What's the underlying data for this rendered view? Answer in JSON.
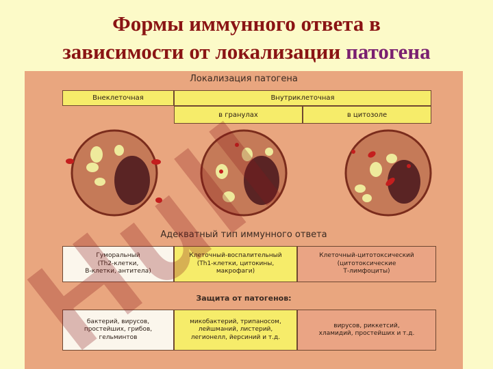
{
  "title": {
    "line1": "Формы иммунного ответа в",
    "line2_main": "зависимости от локализации ",
    "line2_accent": "патогена"
  },
  "localization": {
    "title": "Локализация патогена",
    "extracellular": "Внеклеточная",
    "intracellular": "Внутриклеточная",
    "in_granules": "в гранулах",
    "in_cytosol": "в цитозоле"
  },
  "adequate_response": {
    "title": "Адекватный тип иммунного ответа",
    "cells": [
      "Гуморальный\n(Th2-клетки,\nВ-клетки, антитела)",
      "Клеточный-воспалительный\n(Th1-клетки, цитокины,\nмакрофаги)",
      "Клеточный-цитотоксический\n(цитотоксические\nТ-лимфоциты)"
    ]
  },
  "protection": {
    "title": "Защита от патогенов:",
    "cells": [
      "бактерий, вирусов,\nпростейших, грибов,\nгельминтов",
      "микобактерий, трипаносом,\nлейшманий, листерий,\nлегионелл, йерсиний и т.д.",
      "вирусов, риккетсий,\nхламидий, простейших и т.д."
    ]
  },
  "colors": {
    "title": "#8a1414",
    "title_accent": "#7a2070",
    "figure_bg": "#e9a67f",
    "header_yellow": "#f6ec6a",
    "watermark": "#8a1418"
  },
  "watermark": {
    "text": "Hull"
  }
}
